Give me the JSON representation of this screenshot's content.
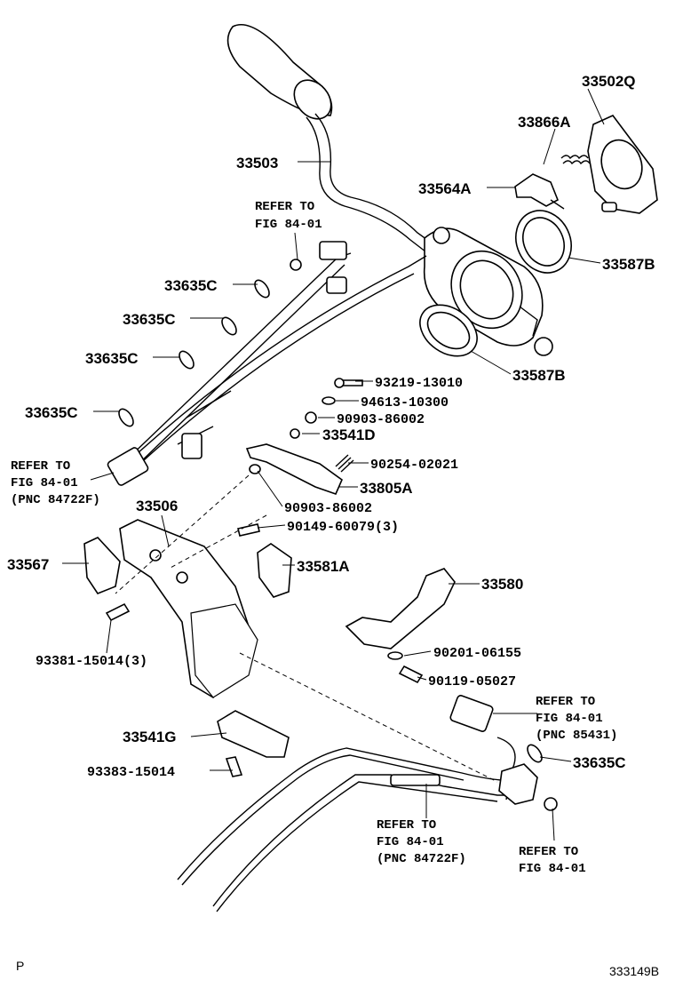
{
  "diagram": {
    "part_labels": {
      "p33503": "33503",
      "p33502Q": "33502Q",
      "p33866A": "33866A",
      "p33564A": "33564A",
      "p33587B_top": "33587B",
      "p33587B_bot": "33587B",
      "p33635C_1": "33635C",
      "p33635C_2": "33635C",
      "p33635C_3": "33635C",
      "p33635C_4": "33635C",
      "p33635C_5": "33635C",
      "p93219": "93219-13010",
      "p94613": "94613-10300",
      "p90903a": "90903-86002",
      "p33541D": "33541D",
      "p90254": "90254-02021",
      "p33805A": "33805A",
      "p90903b": "90903-86002",
      "p33506": "33506",
      "p90149": "90149-60079(3)",
      "p33567": "33567",
      "p33581A": "33581A",
      "p33580": "33580",
      "p90201": "90201-06155",
      "p90119": "90119-05027",
      "p93381": "93381-15014(3)",
      "p33541G": "33541G",
      "p93383": "93383-15014"
    },
    "refer_notes": {
      "r1_l1": "REFER TO",
      "r1_l2": "FIG 84-01",
      "r2_l1": "REFER TO",
      "r2_l2": "FIG 84-01",
      "r2_l3": "(PNC 84722F)",
      "r3_l1": "REFER TO",
      "r3_l2": "FIG 84-01",
      "r3_l3": "(PNC 85431)",
      "r4_l1": "REFER TO",
      "r4_l2": "FIG 84-01",
      "r4_l3": "(PNC 84722F)",
      "r5_l1": "REFER TO",
      "r5_l2": "FIG 84-01"
    },
    "corner_left": "P",
    "figure_code": "333149B"
  }
}
